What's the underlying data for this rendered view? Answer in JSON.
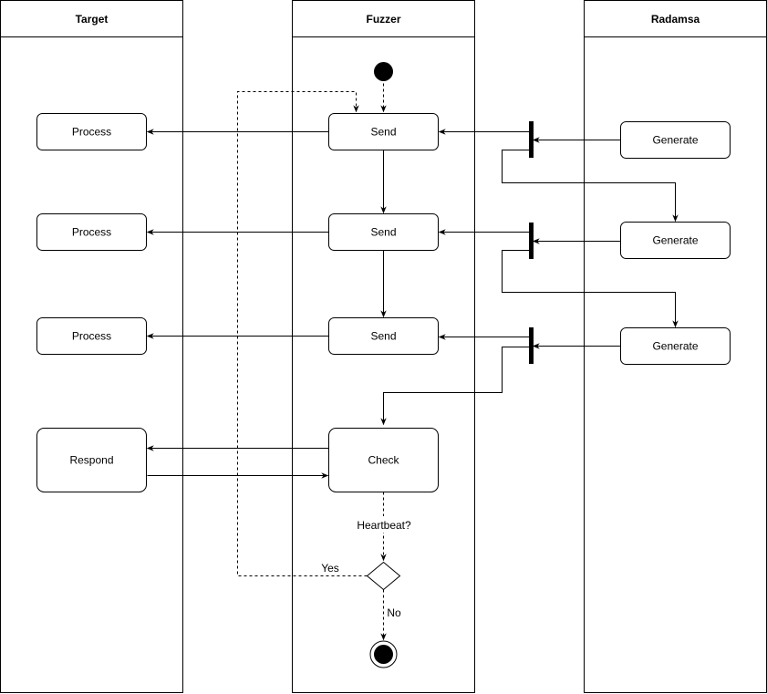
{
  "lanes": {
    "target": "Target",
    "fuzzer": "Fuzzer",
    "radamsa": "Radamsa"
  },
  "nodes": {
    "process_1": "Process",
    "process_2": "Process",
    "process_3": "Process",
    "respond": "Respond",
    "send_1": "Send",
    "send_2": "Send",
    "send_3": "Send",
    "check": "Check",
    "generate_1": "Generate",
    "generate_2": "Generate",
    "generate_3": "Generate"
  },
  "edge_labels": {
    "heartbeat": "Heartbeat?",
    "yes": "Yes",
    "no": "No"
  },
  "colors": {
    "stroke": "#000000",
    "fill": "#ffffff"
  }
}
